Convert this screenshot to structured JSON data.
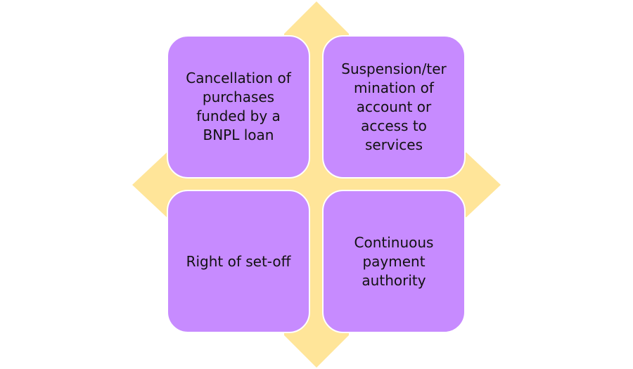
{
  "diagram": {
    "colors": {
      "tile_fill": "#c78bff",
      "arrow_fill": "#ffe599",
      "text": "#111111"
    },
    "tiles": [
      {
        "text": "Cancellation of\npurchases\nfunded by a\nBNPL loan"
      },
      {
        "text": "Suspension/ter\nmination of\naccount or\naccess to\nservices"
      },
      {
        "text": "Right of set-off"
      },
      {
        "text": "Continuous\npayment\nauthority"
      }
    ]
  }
}
